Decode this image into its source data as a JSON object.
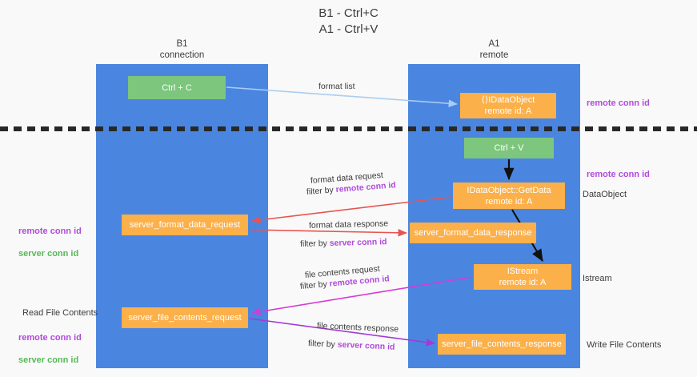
{
  "title": "B1 - Ctrl+C\nA1 - Ctrl+V",
  "lanes": {
    "left": {
      "header": "B1\nconnection"
    },
    "right": {
      "header": "A1\nremote"
    }
  },
  "nodes": {
    "ctrl_c": "Ctrl + C",
    "idataobject": "⟨⟩IDataObject\nremote id: A",
    "ctrl_v": "Ctrl + V",
    "idataobject_getdata": "IDataObject::GetData\nremote id: A",
    "server_format_data_request": "server_format_data_request",
    "server_format_data_response": "server_format_data_response",
    "istream": "IStream\nremote id: A",
    "server_file_contents_request": "server_file_contents_request",
    "server_file_contents_response": "server_file_contents_response"
  },
  "edges": {
    "format_list": "format list",
    "format_data_request": "format data request",
    "format_data_request_filter_prefix": "filter by ",
    "format_data_request_filter_value": "remote conn id",
    "format_data_response": "format data response",
    "format_data_response_filter_prefix": "filter by ",
    "format_data_response_filter_value": "server conn id",
    "file_contents_request": "file contents request",
    "file_contents_request_filter_prefix": "filter by ",
    "file_contents_request_filter_value": "remote conn id",
    "file_contents_response": "file contents response",
    "file_contents_response_filter_prefix": "filter by ",
    "file_contents_response_filter_value": "server conn id"
  },
  "annotations": {
    "right_remote_conn_id_top": "remote conn id",
    "right_remote_conn_id_mid": "remote conn id",
    "right_dataobject": "DataObject",
    "right_istream": "Istream",
    "right_write_file_contents": "Write File Contents",
    "left_remote_conn_id": "remote conn id",
    "left_server_conn_id": "server conn id",
    "left_read_file_contents": "Read File Contents",
    "left_remote_conn_id_2": "remote conn id",
    "left_server_conn_id_2": "server conn id"
  },
  "colors": {
    "lane_blue": "#4a86e0",
    "node_green": "#7dc67d",
    "node_orange": "#fbb04a",
    "conn_remote": "#b14bdc",
    "conn_server": "#56b956",
    "arrow_blue": "#a9cdf0",
    "arrow_red": "#e8544f",
    "arrow_black": "#111111",
    "arrow_magenta": "#d63ad6",
    "arrow_purple": "#a23ad6",
    "divider": "#282828",
    "background": "#f9f9f9"
  }
}
